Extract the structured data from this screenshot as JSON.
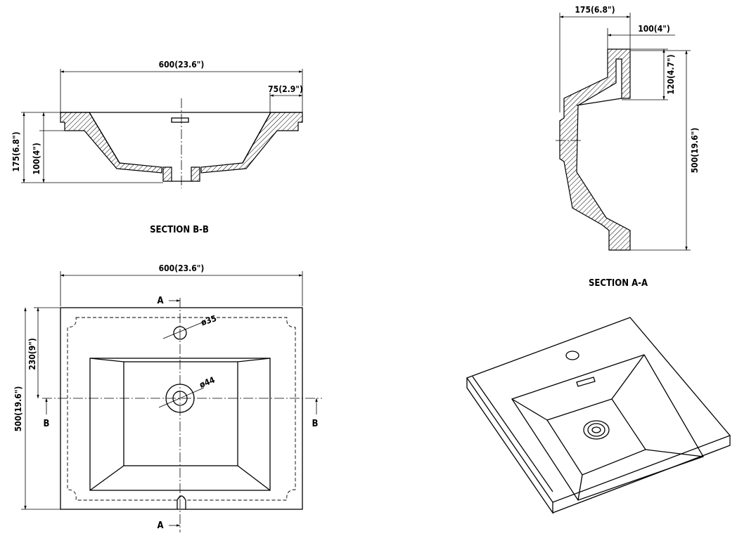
{
  "section_bb": {
    "width_label": "600(23.6\")",
    "rim_label": "75(2.9\")",
    "height_label": "175(6.8\")",
    "depth_label": "100(4\")",
    "caption": "SECTION B-B"
  },
  "section_aa": {
    "height_label": "175(6.8\")",
    "depth_label": "100(4\")",
    "rim_label": "120(4.7\")",
    "length_label": "500(19.6\")",
    "caption": "SECTION A-A"
  },
  "plan": {
    "width_label": "600(23.6\")",
    "length_label": "500(19.6\")",
    "offset_label": "230(9\")",
    "tap_hole_label": "ø35",
    "drain_label": "ø44",
    "cut_a_top": "A",
    "cut_a_bottom": "A",
    "cut_b_left": "B",
    "cut_b_right": "B"
  }
}
